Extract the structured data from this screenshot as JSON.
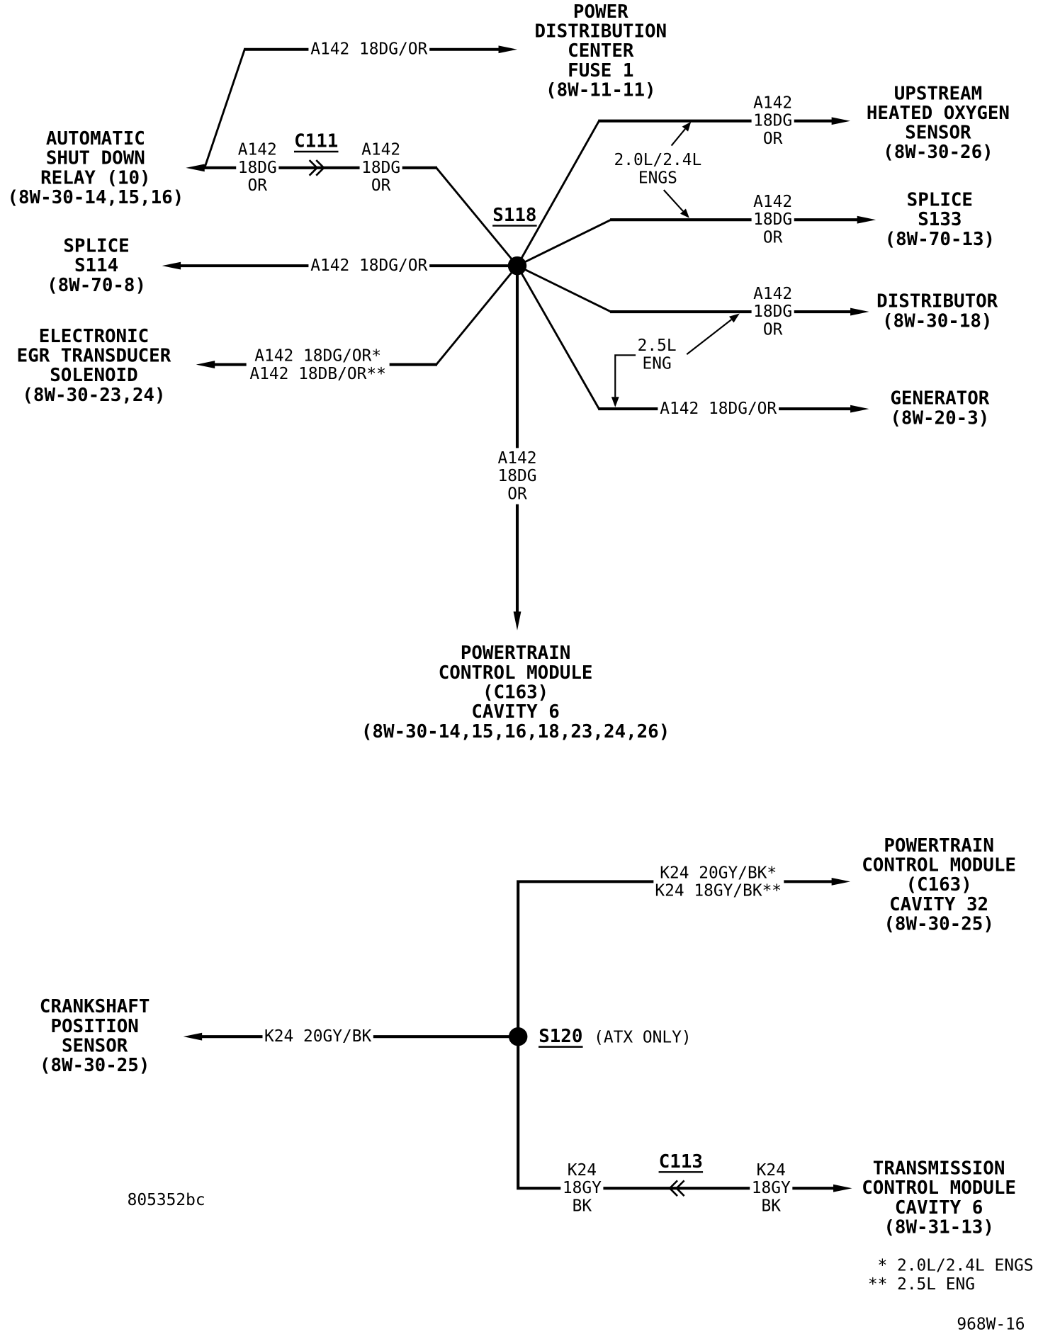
{
  "diagram": {
    "components": {
      "pdc_fuse1": [
        "POWER",
        "DISTRIBUTION",
        "CENTER",
        "FUSE 1",
        "(8W-11-11)"
      ],
      "asd_relay": [
        "AUTOMATIC",
        "SHUT DOWN",
        "RELAY (10)",
        "(8W-30-14,15,16)"
      ],
      "splice_s114": [
        "SPLICE",
        "S114",
        "(8W-70-8)"
      ],
      "egr_solenoid": [
        "ELECTRONIC",
        "EGR TRANSDUCER",
        "SOLENOID",
        "(8W-30-23,24)"
      ],
      "pcm_cavity_6": [
        "POWERTRAIN",
        "CONTROL MODULE",
        "(C163)",
        "CAVITY 6",
        "(8W-30-14,15,16,18,23,24,26)"
      ],
      "upstream_o2_sensor": [
        "UPSTREAM",
        "HEATED OXYGEN",
        "SENSOR",
        "(8W-30-26)"
      ],
      "splice_s133": [
        "SPLICE",
        "S133",
        "(8W-70-13)"
      ],
      "distributor": [
        "DISTRIBUTOR",
        "(8W-30-18)"
      ],
      "generator": [
        "GENERATOR",
        "(8W-20-3)"
      ],
      "pcm_cavity_32": [
        "POWERTRAIN",
        "CONTROL MODULE",
        "(C163)",
        "CAVITY 32",
        "(8W-30-25)"
      ],
      "crankshaft_sensor": [
        "CRANKSHAFT",
        "POSITION",
        "SENSOR",
        "(8W-30-25)"
      ],
      "tcm_cavity_6": [
        "TRANSMISSION",
        "CONTROL MODULE",
        "CAVITY 6",
        "(8W-31-13)"
      ]
    },
    "splices": {
      "s118": "S118",
      "s120": "S120",
      "s120_note": "(ATX ONLY)"
    },
    "connectors": {
      "c111": "C111",
      "c113": "C113"
    },
    "wire_labels": {
      "to_pdc": "A142 18DG/OR",
      "c111_relay_side": [
        "A142",
        "18DG",
        "OR"
      ],
      "c111_splice_side": [
        "A142",
        "18DG",
        "OR"
      ],
      "to_s114": "A142 18DG/OR",
      "to_egr": [
        "A142 18DG/OR*",
        "A142 18DB/OR**"
      ],
      "to_pcm": [
        "A142",
        "18DG",
        "OR"
      ],
      "to_o2_sensor": [
        "A142",
        "18DG",
        "OR"
      ],
      "to_s133": [
        "A142",
        "18DG",
        "OR"
      ],
      "to_distributor": [
        "A142",
        "18DG",
        "OR"
      ],
      "to_generator": "A142 18DG/OR",
      "to_pcm_cavity_32": [
        "K24 20GY/BK*",
        "K24 18GY/BK**"
      ],
      "to_crankshaft_sensor": "K24 20GY/BK",
      "c113_splice_side": [
        "K24",
        "18GY",
        "BK"
      ],
      "c113_tcm_side": [
        "K24",
        "18GY",
        "BK"
      ]
    },
    "callouts": {
      "engs_2_0_2_4": [
        "2.0L/2.4L",
        "ENGS"
      ],
      "eng_2_5": [
        "2.5L",
        "ENG"
      ]
    },
    "footnotes": [
      "* 2.0L/2.4L ENGS",
      "** 2.5L ENG"
    ],
    "figure_code": "805352bc",
    "page_code": "968W-16"
  }
}
